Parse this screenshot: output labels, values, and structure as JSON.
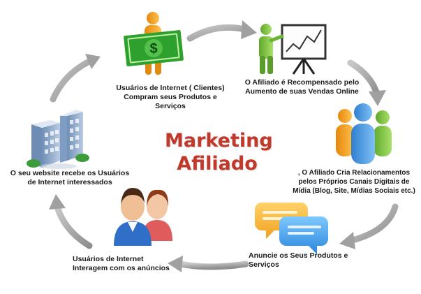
{
  "center": {
    "line1": "Marketing",
    "line2": "Afiliado"
  },
  "steps": [
    {
      "text": "Usuários de Internet ( Clientes)\nCompram seus Produtos e Serviços"
    },
    {
      "text": "O Afiliado é Recompensado pelo\nAumento de suas Vendas Online"
    },
    {
      "text": ", O Afiliado Cria Relacionamentos\npelos Próprios Canais Digitais de\nMídia (Blog, Site,  Mídias Sociais etc.)"
    },
    {
      "text": "Anuncie os Seus Produtos e\nServiços"
    },
    {
      "text": "Usuários de Internet\nInteragem  com os anúncios"
    },
    {
      "text": "O seu website recebe os Usuários\nde Internet interessados"
    }
  ],
  "icons": [
    "money-person-icon",
    "presentation-chart-icon",
    "people-group-icon",
    "speech-bubbles-icon",
    "users-icon",
    "building-icon"
  ],
  "colors": {
    "title": "#c0392b",
    "arrow": "#a9a9a9",
    "money": "#2ea02e",
    "figure": "#7ac943",
    "orange": "#f39c12"
  }
}
